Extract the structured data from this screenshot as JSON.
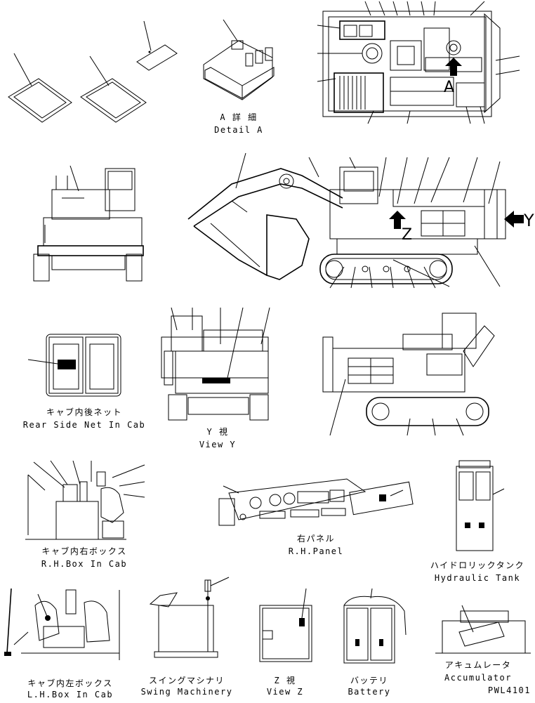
{
  "views": {
    "detail_a": {
      "jp": "A 詳 細",
      "en": "Detail A"
    },
    "rear_side_net": {
      "jp": "キャブ内後ネット",
      "en": "Rear Side Net In Cab"
    },
    "view_y": {
      "jp": "Y 視",
      "en": "View Y"
    },
    "rh_box": {
      "jp": "キャブ内右ボックス",
      "en": "R.H.Box In Cab"
    },
    "rh_panel": {
      "jp": "右パネル",
      "en": "R.H.Panel"
    },
    "hydraulic_tank": {
      "jp": "ハイドロリックタンク",
      "en": "Hydraulic Tank"
    },
    "lh_box": {
      "jp": "キャブ内左ボックス",
      "en": "L.H.Box In Cab"
    },
    "swing_machinery": {
      "jp": "スイングマシナリ",
      "en": "Swing Machinery"
    },
    "view_z": {
      "jp": "Z 視",
      "en": "View Z"
    },
    "battery": {
      "jp": "バッテリ",
      "en": "Battery"
    },
    "accumulator": {
      "jp": "アキュムレータ",
      "en": "Accumulator"
    }
  },
  "markers": {
    "a": "A",
    "z": "Z",
    "y": "Y"
  },
  "drawing_code": "PWL4101"
}
